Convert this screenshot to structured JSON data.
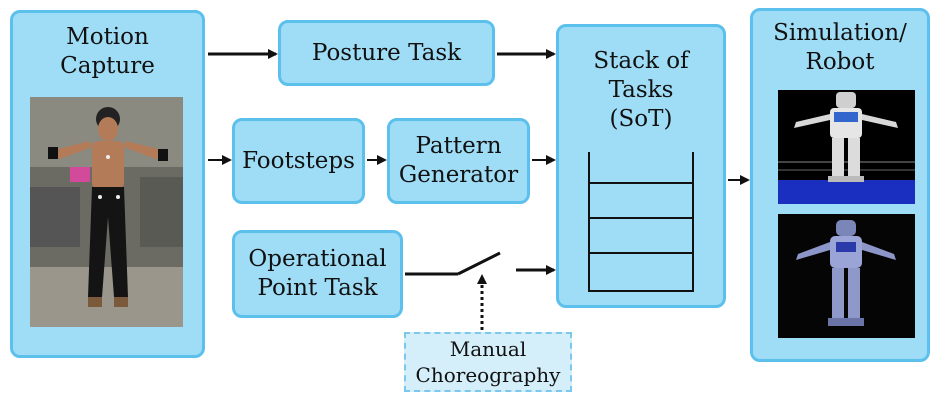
{
  "motion_capture": {
    "title_line1": "Motion",
    "title_line2": "Capture"
  },
  "posture_task": {
    "label": "Posture Task"
  },
  "footsteps": {
    "label": "Footsteps"
  },
  "pattern_generator": {
    "line1": "Pattern",
    "line2": "Generator"
  },
  "operational_point_task": {
    "line1": "Operational",
    "line2": "Point Task"
  },
  "manual_choreography": {
    "line1": "Manual",
    "line2": "Choreography"
  },
  "stack_of_tasks": {
    "line1": "Stack of",
    "line2": "Tasks",
    "line3": "(SoT)"
  },
  "simulation_robot": {
    "line1": "Simulation/",
    "line2": "Robot"
  },
  "colors": {
    "box_fill": "#9fdcf6",
    "box_border": "#5cc0ec",
    "dashed_fill": "#d4eefa"
  }
}
